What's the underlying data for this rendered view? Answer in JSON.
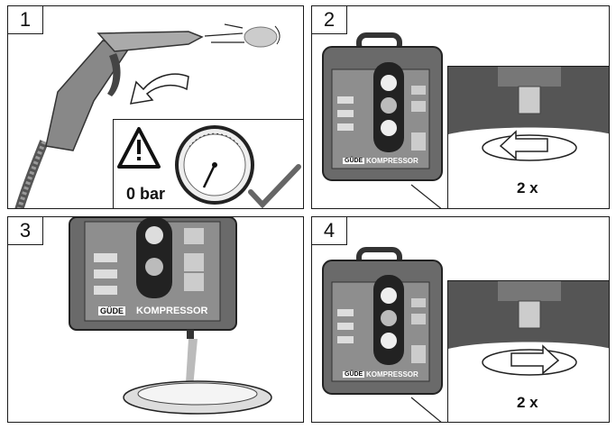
{
  "steps": [
    {
      "number": "1",
      "pressure_label": "0 bar"
    },
    {
      "number": "2",
      "brand_label": "GÜDE",
      "device_label": "KOMPRESSOR",
      "turns_label": "2 x"
    },
    {
      "number": "3",
      "brand_label": "GÜDE",
      "device_label": "KOMPRESSOR"
    },
    {
      "number": "4",
      "brand_label": "GÜDE",
      "device_label": "KOMPRESSOR",
      "turns_label": "2 x"
    }
  ],
  "icons": [
    "air-gun-icon",
    "warning-triangle-icon",
    "pressure-gauge-icon",
    "checkmark-icon",
    "rotate-left-icon",
    "rotate-right-icon",
    "drain-dish-icon"
  ]
}
